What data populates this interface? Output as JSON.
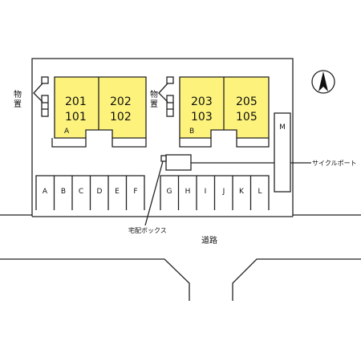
{
  "units": {
    "u201": "201",
    "u101": "101",
    "u202": "202",
    "u102": "102",
    "u203": "203",
    "u103": "103",
    "u205": "205",
    "u105": "105"
  },
  "buildings": {
    "a": "A",
    "b": "B"
  },
  "parking": [
    "A",
    "B",
    "C",
    "D",
    "E",
    "F",
    "G",
    "H",
    "I",
    "J",
    "K",
    "L"
  ],
  "parking_m": "M",
  "labels": {
    "storage_a_1": "物",
    "storage_a_2": "置",
    "storage_b_1": "物",
    "storage_b_2": "置",
    "cycle_port": "サイクルポート",
    "delivery_box": "宅配ボックス",
    "road": "道路"
  },
  "colors": {
    "unit_fill": "#fcf27c",
    "line": "#222222"
  }
}
